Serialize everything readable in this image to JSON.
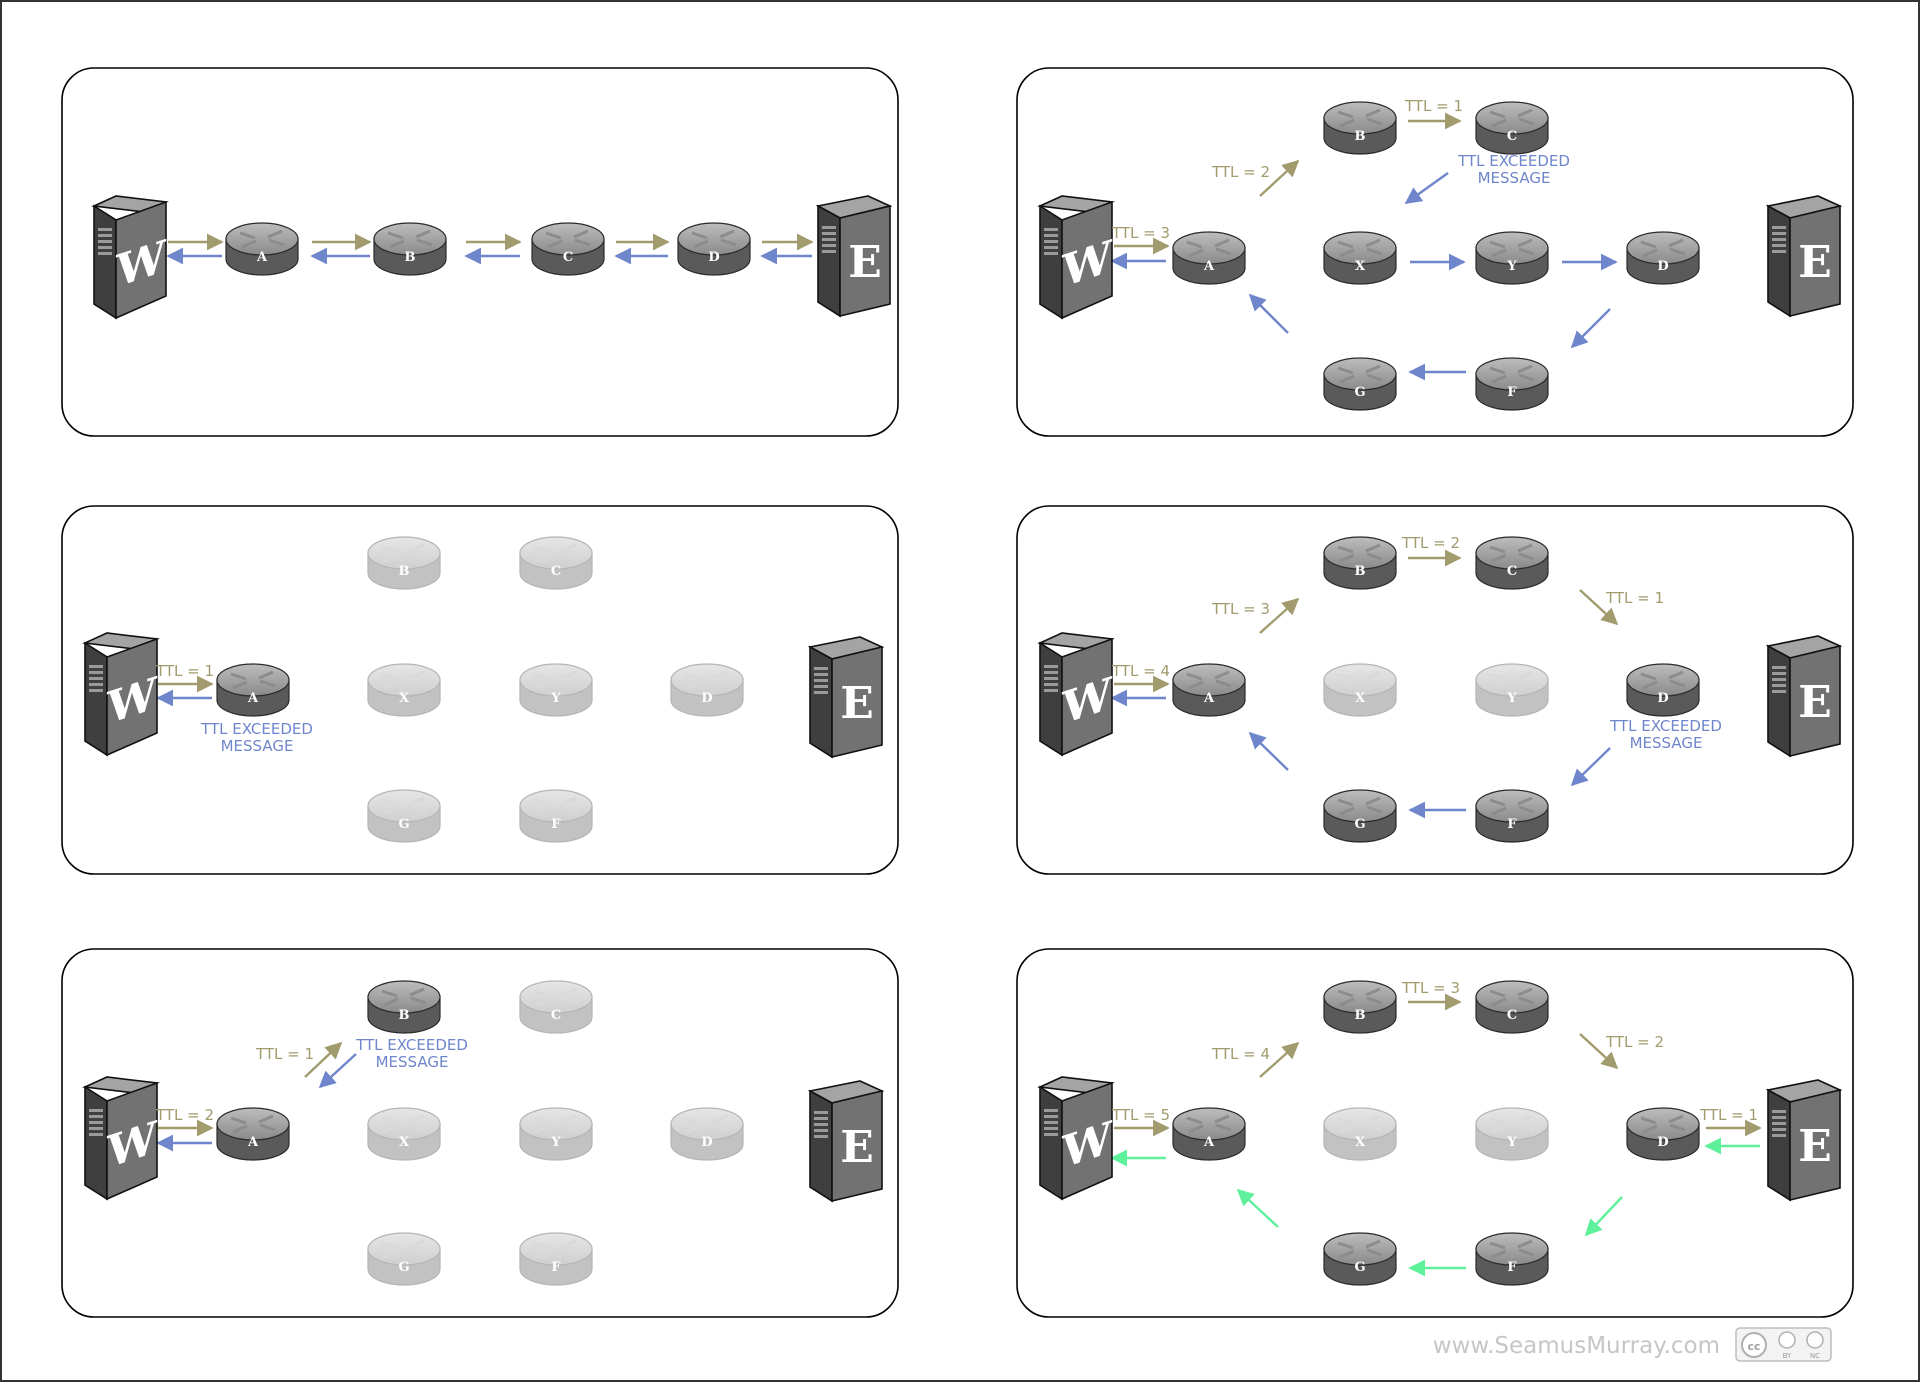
{
  "colors": {
    "outbound_arrow": "#a29b6e",
    "icmp_arrow": "#6f86cc",
    "reply_arrow": "#5ef09b",
    "ttl_text": "#a29b6e",
    "message_text": "#6f86cc",
    "router_active": "#5a5a5a",
    "router_faded": "#c2c2c2",
    "server_body": "#6e6e6e"
  },
  "servers": {
    "source_label": "W",
    "destination_label": "E"
  },
  "routers": {
    "A": "A",
    "B": "B",
    "C": "C",
    "D": "D",
    "X": "X",
    "Y": "Y",
    "F": "F",
    "G": "G"
  },
  "ttl_labels": {
    "ttl1": "TTL = 1",
    "ttl2": "TTL = 2",
    "ttl3": "TTL = 3",
    "ttl4": "TTL = 4",
    "ttl5": "TTL = 5"
  },
  "message": {
    "line1": "TTL EXCEEDED",
    "line2": "MESSAGE"
  },
  "footer": {
    "url": "www.SeamusMurray.com",
    "license_by": "BY",
    "license_nc": "NC"
  }
}
